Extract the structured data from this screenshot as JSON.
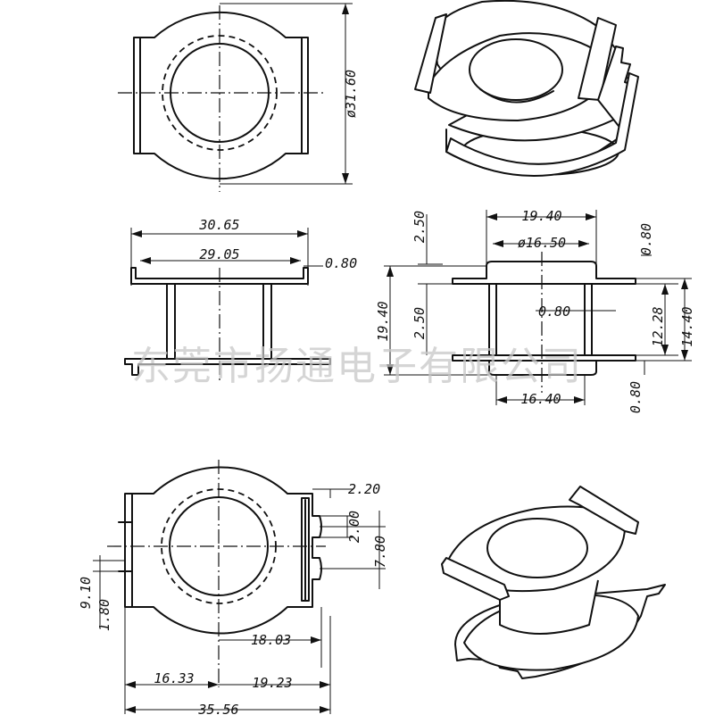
{
  "watermark": "东莞市扬通电子有限公司",
  "top_view": {
    "diameter": "ø31.60"
  },
  "front_view": {
    "width_outer": "30.65",
    "width_inner": "29.05",
    "thickness": "0.80"
  },
  "side_view": {
    "top_width": "19.40",
    "inner_diameter": "ø16.50",
    "flange_height": "2.50",
    "total_height": "19.40",
    "core_offset": "2.50",
    "wall": "0.80",
    "top_thickness": "0.80",
    "window_height": "12.28",
    "height": "14.40",
    "bottom_thickness": "0.80",
    "bottom_width": "16.40"
  },
  "bottom_view": {
    "slot_top": "2.20",
    "slot_width": "2.00",
    "slot_span": "7.80",
    "pin_pitch": "9.10",
    "pin_offset": "1.80",
    "radius": "18.03",
    "left": "16.33",
    "right": "19.23",
    "overall": "35.56"
  }
}
